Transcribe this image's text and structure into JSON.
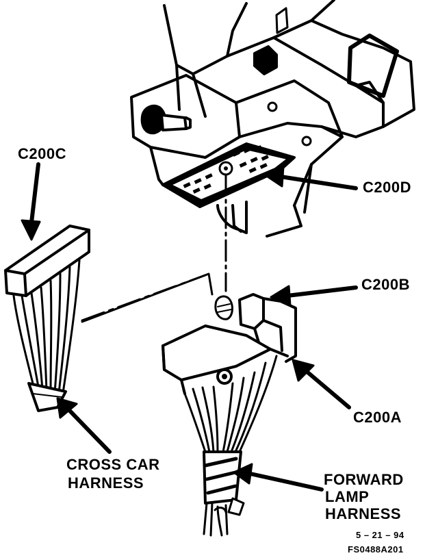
{
  "labels": {
    "c200c": "C200C",
    "c200d": "C200D",
    "c200b": "C200B",
    "c200a": "C200A",
    "cross_car_line1": "CROSS CAR",
    "cross_car_line2": "HARNESS",
    "forward_line1": "FORWARD",
    "forward_line2": "LAMP",
    "forward_line3": "HARNESS",
    "date": "5 – 21 – 94",
    "figure_id": "FS0488A201"
  },
  "colors": {
    "ink": "#000000",
    "paper": "#ffffff"
  }
}
